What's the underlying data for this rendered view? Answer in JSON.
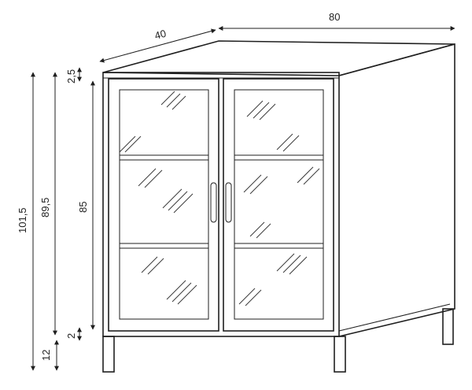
{
  "diagram": {
    "subject": "cabinet with two glass doors",
    "dimensions": {
      "width": "80",
      "depth": "40",
      "total_height": "101,5",
      "body_height": "89,5",
      "door_height": "85",
      "top_gap": "2,5",
      "bottom_gap": "2",
      "legs": "12"
    }
  }
}
